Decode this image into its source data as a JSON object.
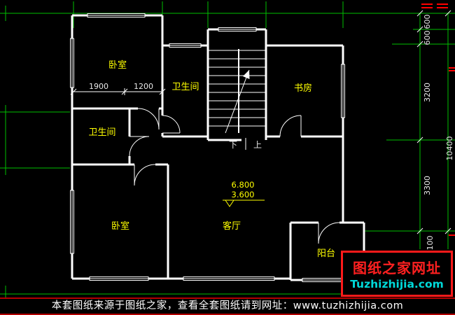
{
  "colors": {
    "background": "#000000",
    "axis_green": "#00c000",
    "wall": "#ffffff",
    "label_yellow": "#ffff00",
    "dim_text": "#e8e8e8",
    "accent_red": "#ff1a1a",
    "logo_cyan": "#00d9d9"
  },
  "rooms": {
    "bedroom_top": "卧室",
    "bath_top": "卫生间",
    "study": "书房",
    "bath_left": "卫生间",
    "bedroom_bottom": "卧室",
    "living_room": "客厅",
    "balcony": "阳台"
  },
  "stairs": {
    "down_label": "下",
    "up_label": "上"
  },
  "dimensions": {
    "width_1900": "1900",
    "width_1200": "1200",
    "right_600_a": "600",
    "right_600_b": "600",
    "right_3200": "3200",
    "right_10400": "10400",
    "right_3300": "3300",
    "right_100": "100",
    "elevation_upper": "6.800",
    "elevation_lower": "3.600"
  },
  "banner": {
    "text": "本套图纸来源于图纸之家，查看全套图纸请到网址：www.tuzhizhijia.com"
  },
  "logo": {
    "title": "图纸之家网址",
    "url": "Tuzhizhijia.com"
  }
}
